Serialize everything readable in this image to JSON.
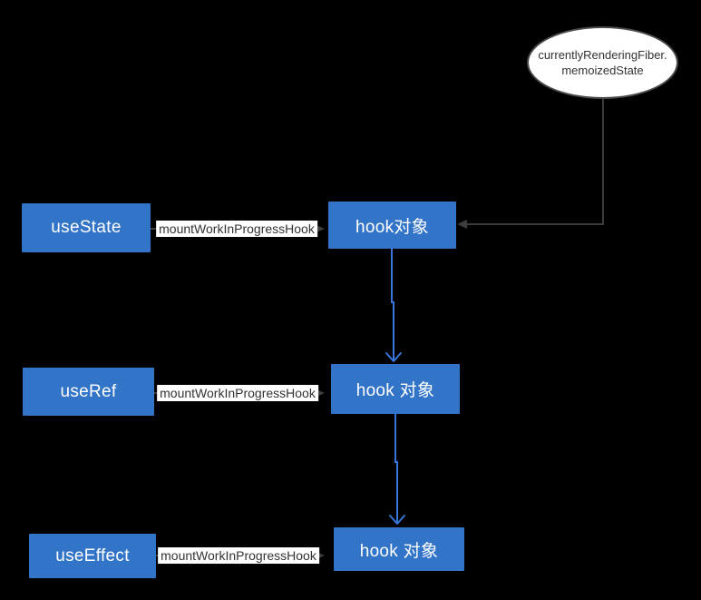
{
  "diagram": {
    "ellipse": {
      "label_line1": "currentlyRenderingFiber.",
      "label_line2": "memoizedState"
    },
    "rows": [
      {
        "hook_label": "useState",
        "edge_label": "mountWorkInProgressHook",
        "node_label": "hook对象"
      },
      {
        "hook_label": "useRef",
        "edge_label": "mountWorkInProgressHook",
        "node_label": "hook 对象"
      },
      {
        "hook_label": "useEffect",
        "edge_label": "mountWorkInProgressHook",
        "node_label": "hook 对象"
      }
    ],
    "colors": {
      "background": "#000000",
      "node_fill": "#3274C8",
      "node_text": "#ffffff",
      "connector_blue": "#3576D8",
      "connector_gray": "#3C3C3C",
      "ellipse_fill": "#ffffff",
      "ellipse_border": "#4B4B4B",
      "edge_label_bg": "#ffffff",
      "edge_label_text": "#333333"
    }
  }
}
